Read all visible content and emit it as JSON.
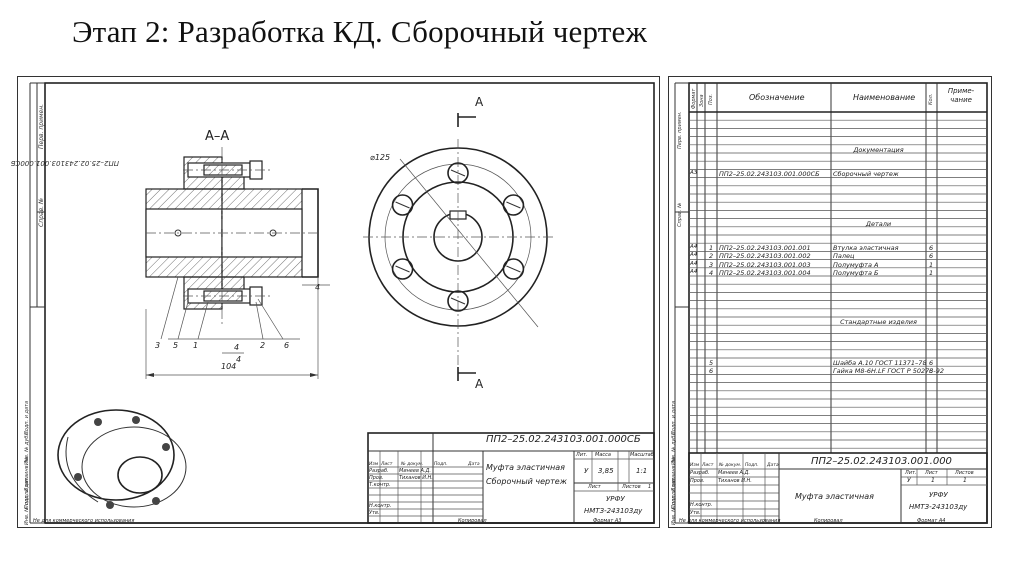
{
  "slide": {
    "title": "Этап 2: Разработка КД. Сборочный чертеж"
  },
  "assembly_drawing": {
    "section_label": "А–А",
    "view_label": "А",
    "diameter_label": "⌀125",
    "dimension_overall": "104",
    "dimension_small": "4",
    "leader_numbers": [
      "3",
      "5",
      "1",
      "4",
      "2",
      "6"
    ],
    "leader_right": "4",
    "stamp": {
      "code": "ПП2–25.02.243103.001.000СБ",
      "name_line1": "Муфта эластичная",
      "name_line2": "Сборочный чертеж",
      "headers": [
        "Изм",
        "Лист",
        "№ докум.",
        "Подп.",
        "Дата"
      ],
      "rows": [
        {
          "role": "Разраб.",
          "name": "Минеев А.Д."
        },
        {
          "role": "Пров.",
          "name": "Тиханов И.Н."
        },
        {
          "role": "Т.контр.",
          "name": ""
        },
        {
          "role": "Н.контр.",
          "name": ""
        },
        {
          "role": "Утв.",
          "name": ""
        }
      ],
      "lit_label": "Лит.",
      "mass_label": "Масса",
      "scale_label": "Масштаб",
      "lit_value": "У",
      "mass_value": "3,85",
      "scale_value": "1:1",
      "sheet_label": "Лист",
      "sheets_label": "Листов",
      "sheets_value": "1",
      "org_line1": "УРФУ",
      "org_line2": "НМТЗ-243103ду",
      "copied": "Копировал",
      "format": "Формат   А3"
    },
    "side_labels": [
      "Перв. примен.",
      "Справ. №",
      "Подп. и дата",
      "Инв. № дубл.",
      "Взам. инв. №",
      "Подп. и дата",
      "Инв. № подл."
    ],
    "top_code": "ПП2–25.02.243103.001.000СБ",
    "footer_note": "Не для коммерческого использования"
  },
  "specification": {
    "headers": [
      "Формат",
      "Зона",
      "Поз.",
      "Обозначение",
      "Наименование",
      "Кол.",
      "Приме-чание"
    ],
    "rows": [
      {
        "fmt": "",
        "pos": "",
        "code": "",
        "name": "Документация",
        "qty": "",
        "section": true
      },
      {
        "fmt": "А3",
        "pos": "",
        "code": "ПП2–25.02.243103.001.000СБ",
        "name": "Сборочный чертеж",
        "qty": ""
      },
      {
        "fmt": "",
        "pos": "",
        "code": "",
        "name": "Детали",
        "qty": "",
        "section": true
      },
      {
        "fmt": "А4",
        "pos": "1",
        "code": "ПП2–25.02.243103.001.001",
        "name": "Втулка эластичная",
        "qty": "6"
      },
      {
        "fmt": "А4",
        "pos": "2",
        "code": "ПП2–25.02.243103.001.002",
        "name": "Палец",
        "qty": "6"
      },
      {
        "fmt": "А4",
        "pos": "3",
        "code": "ПП2–25.02.243103.001.003",
        "name": "Полумуфта А",
        "qty": "1"
      },
      {
        "fmt": "А4",
        "pos": "4",
        "code": "ПП2–25.02.243103.001.004",
        "name": "Полумуфта Б",
        "qty": "1"
      },
      {
        "fmt": "",
        "pos": "",
        "code": "",
        "name": "Стандартные изделия",
        "qty": "",
        "section": true
      },
      {
        "fmt": "",
        "pos": "5",
        "code": "",
        "name": "Шайба А.10 ГОСТ 11371–78",
        "qty": "6"
      },
      {
        "fmt": "",
        "pos": "6",
        "code": "",
        "name": "Гайка М8-6Н.LF ГОСТ Р 50273-92",
        "qty": "6"
      }
    ],
    "stamp": {
      "code": "ПП2–25.02.243103.001.000",
      "name": "Муфта эластичная",
      "headers": [
        "Изм",
        "Лист",
        "№ докум.",
        "Подп.",
        "Дата"
      ],
      "rows": [
        {
          "role": "Разраб.",
          "name": "Минеев А.Д."
        },
        {
          "role": "Пров.",
          "name": "Тиханов И.Н."
        },
        {
          "role": "Н.контр.",
          "name": ""
        },
        {
          "role": "Утв.",
          "name": ""
        }
      ],
      "lit_label": "Лит.",
      "sheet_label": "Лист",
      "sheets_label": "Листов",
      "lit_value": "У",
      "sheet_value": "1",
      "sheets_value": "1",
      "org_line1": "УРФУ",
      "org_line2": "НМТЗ-243103ду",
      "copied": "Копировал",
      "format": "Формат   А4"
    },
    "side_labels": [
      "Перв. примен.",
      "Справ. №",
      "Подп. и дата",
      "Инв. № дубл.",
      "Взам. инв. №",
      "Подп. и дата",
      "Инв. № подл."
    ],
    "footer_note": "Не для коммерческого использования"
  }
}
